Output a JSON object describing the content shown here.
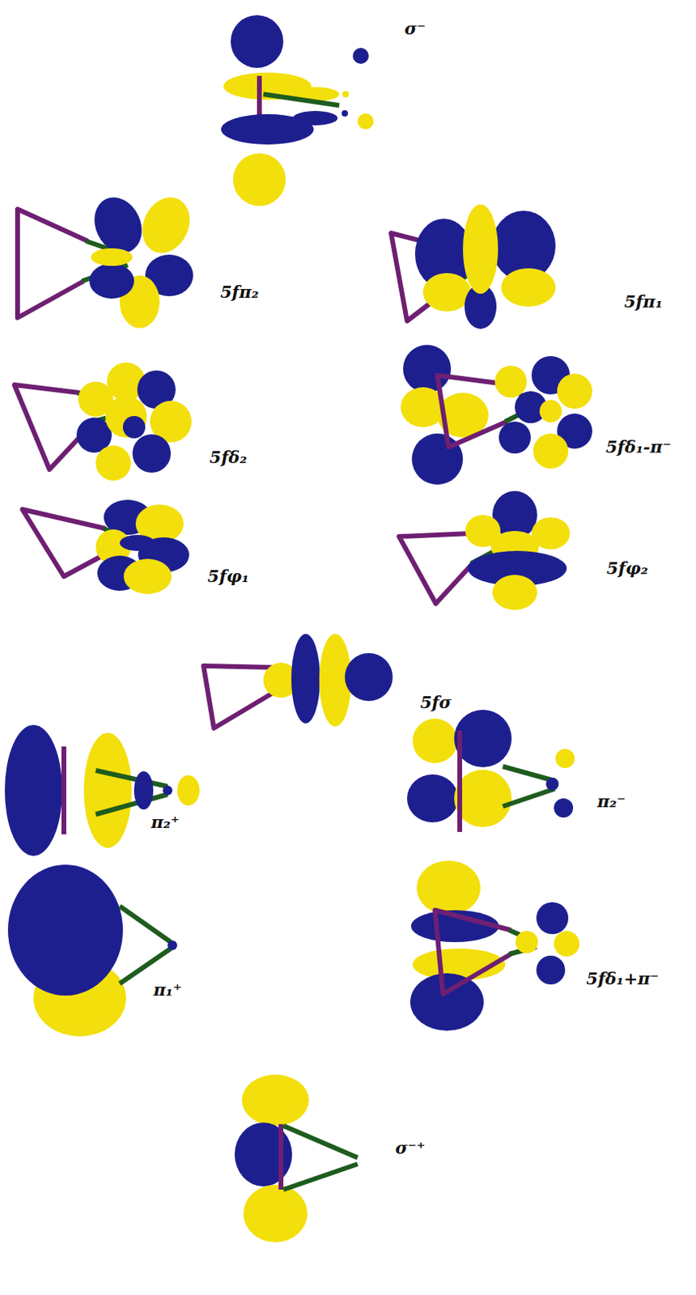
{
  "diagram": {
    "labels": [
      "σ⁻",
      "5fπ₂",
      "5fπ₁",
      "5fδ₂",
      "5fδ₁-π⁻",
      "5fφ₁",
      "5fφ₂",
      "5fσ",
      "π₂⁺",
      "π₂⁻",
      "π₁⁺",
      "5fδ₁+π⁻",
      "σ⁻⁺"
    ]
  }
}
